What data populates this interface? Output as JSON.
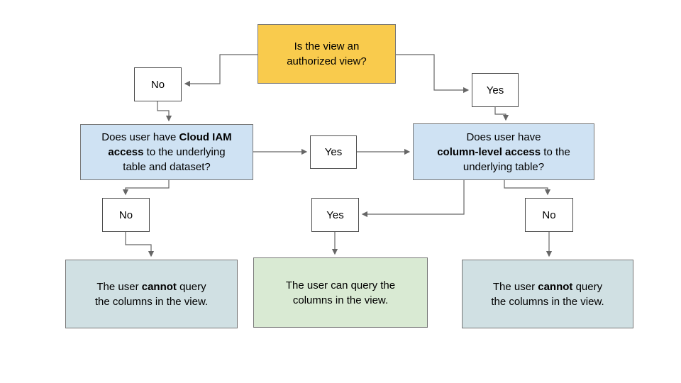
{
  "diagram": {
    "type": "flowchart",
    "topic": "Authorized view column access decision flow"
  },
  "colors": {
    "question_yellow": "#F9CB4D",
    "question_blue": "#CFE2F3",
    "result_cannot_cyan": "#D0E0E3",
    "result_can_green": "#D9EAD3",
    "connector_gray": "#666666",
    "text": "#000000"
  },
  "nodes": {
    "root": {
      "lines": [
        "Is the view an",
        "authorized view?"
      ]
    },
    "no1": {
      "label": "No"
    },
    "yes1": {
      "label": "Yes"
    },
    "iam": {
      "l1a": "Does user have ",
      "l1b": "Cloud IAM",
      "l2a": "access",
      "l2b": " to the underlying",
      "l3": "table and dataset?"
    },
    "yes_mid": {
      "label": "Yes"
    },
    "cls": {
      "l1": "Does user have",
      "l2a": "column-level access",
      "l2b": " to the",
      "l3": "underlying table?"
    },
    "no2": {
      "label": "No"
    },
    "yes2": {
      "label": "Yes"
    },
    "no3": {
      "label": "No"
    },
    "result_left": {
      "l1a": "The user ",
      "l1b": "cannot",
      "l1c": " query",
      "l2": "the columns in the view."
    },
    "result_center": {
      "l1": "The user can query the",
      "l2": "columns in the view."
    },
    "result_right": {
      "l1a": "The user ",
      "l1b": "cannot",
      "l1c": " query",
      "l2": "the columns in the view."
    }
  }
}
